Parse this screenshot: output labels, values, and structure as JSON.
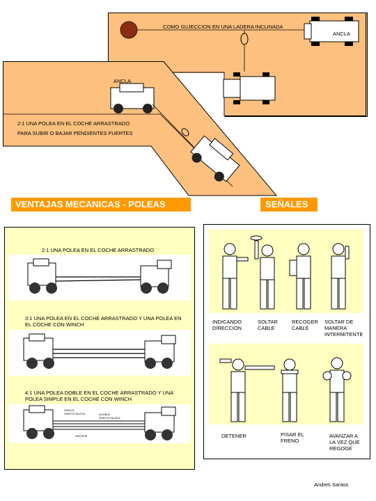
{
  "top_right_diagram": {
    "caption": "COMO SUJECCION EN UNA LADERA INCLINADA",
    "anchor_label": "ANCLA"
  },
  "slope_diagram": {
    "anchor_label": "ANCLA",
    "line1": "2:1   UNA POLEA EN EL COCHE ARRASTRADO",
    "line2": "PARA SUBIR O BAJAR PENDIENTES FUERTES"
  },
  "headers": {
    "left": "VENTAJAS MECANICAS - POLEAS",
    "right": "SEÑALES"
  },
  "pulleys": [
    {
      "text": "2:1   UNA POLEA EN EL COCHE ARRASTRADO"
    },
    {
      "text": "3:1   UNA POLEA EN EL COCHE ARRASTRADO Y UNA POLEA EN EL COCHE CON WINCH"
    },
    {
      "text": "4:1   UNA POLEA  DOBLE  EN EL COCHE ARRASTRADO Y UNA POLEA SIMPLE EN EL COCHE CON WINCH",
      "labels": {
        "single": "SINGLE\nSNATCH BLOCK",
        "double": "DOUBLE\nSNATCH BLOCK",
        "anchor": "ANCHOR"
      }
    }
  ],
  "signals": [
    {
      "label": "INDICANDO\nDIRECCION"
    },
    {
      "label": "SOLTAR\nCABLE"
    },
    {
      "label": "RECOGER\nCABLE"
    },
    {
      "label": "SOLTAR DE\nMANERA\nINTERMITENTE"
    },
    {
      "label": "DETENER"
    },
    {
      "label": "PISAR EL\nFRENO"
    },
    {
      "label": "AVANZAR A\nLA VEZ QUE\nREGOGE"
    }
  ],
  "author": "Andres Santos",
  "colors": {
    "orange_panel": "#fdc07e",
    "yellow_panel": "#ffffc0",
    "header": "#ff9900"
  }
}
